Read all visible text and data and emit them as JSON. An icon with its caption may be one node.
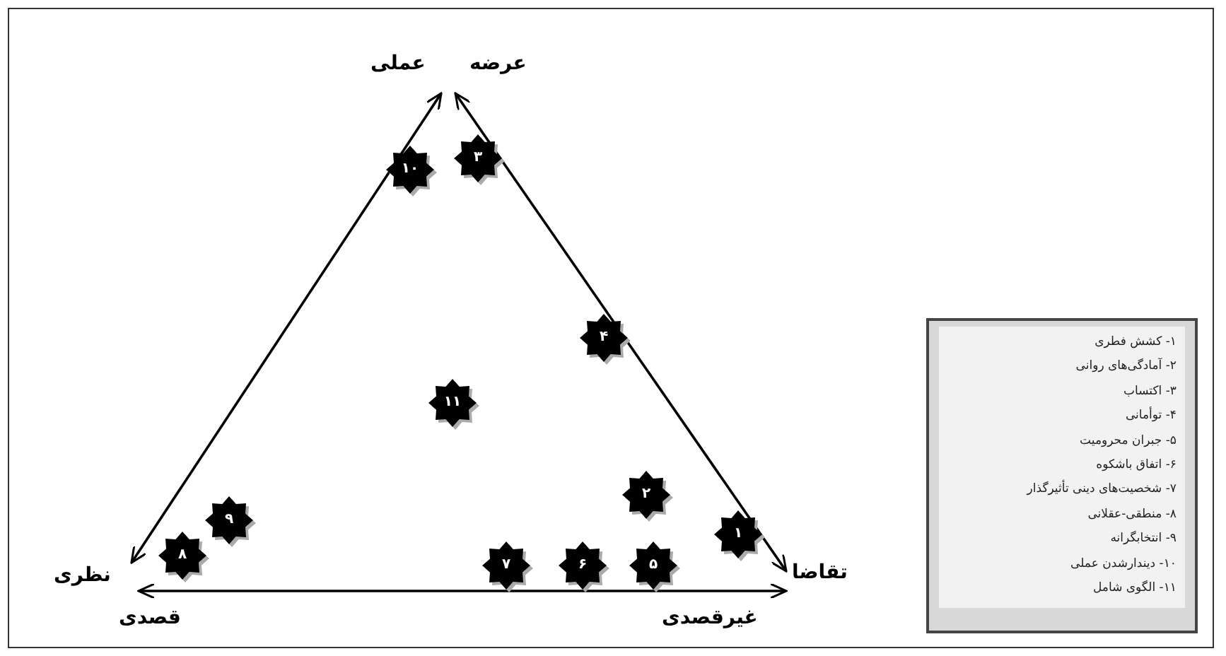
{
  "diagram": {
    "nodes": [
      {
        "text": [
          "عملی"
        ]
      },
      {
        "text": [
          "عرضه"
        ]
      },
      {
        "text": [
          "۱۰"
        ]
      },
      {
        "text": [
          "۳"
        ]
      },
      {
        "text": [
          "۴"
        ]
      },
      {
        "text": [
          "۱۱"
        ]
      },
      {
        "text": [
          "۲"
        ]
      },
      {
        "text": [
          "۹"
        ]
      },
      {
        "text": [
          "۱"
        ]
      },
      {
        "text": [
          "۸"
        ]
      },
      {
        "text": [
          "۷"
        ]
      },
      {
        "text": [
          "۶"
        ]
      },
      {
        "text": [
          "۵"
        ]
      },
      {
        "text": [
          "نظری"
        ]
      },
      {
        "text": [
          "تقاضا"
        ]
      },
      {
        "text": [
          "قصدی"
        ]
      },
      {
        "text": [
          "غیرقصدی"
        ]
      }
    ],
    "edges": [
      {
        "from": 13,
        "to": 0,
        "arrow": "both"
      },
      {
        "from": 1,
        "to": 14,
        "arrow": "both"
      },
      {
        "from": 15,
        "to": 16,
        "arrow": "both"
      }
    ],
    "labels": [
      "۱- کشش فطری",
      "۲- آمادگی‌های روانی",
      "۳- اکتساب",
      "۴- توأمانی",
      "۵- جبران محرومیت",
      "۶- اتفاق باشکوه",
      "۷- شخصیت‌های دینی تأثیرگذار",
      "۸- منطقی-عقلانی",
      "۹- انتخابگرانه",
      "۱۰- دیندارشدن عملی",
      "۱۱- الگوی شامل"
    ]
  }
}
